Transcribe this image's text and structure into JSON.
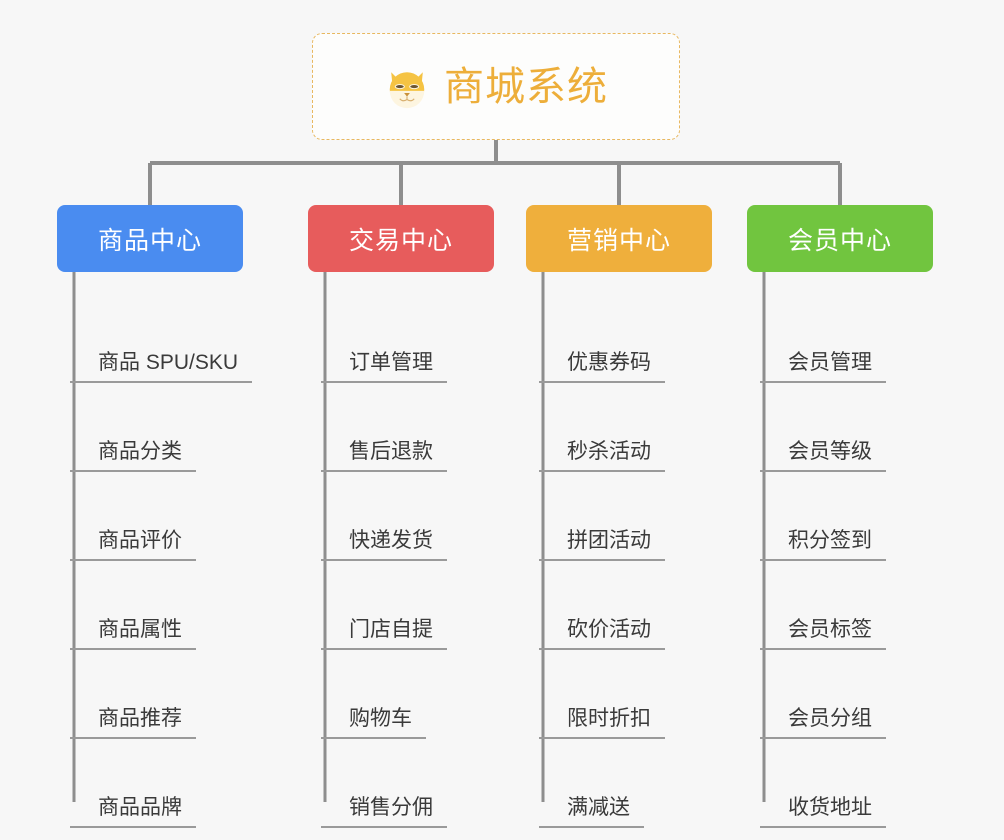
{
  "diagram": {
    "title": "商城系统",
    "root_icon": "shiba-dog-face-icon",
    "background_color": "#f7f7f7",
    "root_border_color": "#e8b860",
    "root_text_color": "#edae3a",
    "connector_color": "#8e8e8e",
    "leaf_text_color": "#3a3a3a",
    "leaf_underline_color": "#9a9a9a",
    "categories": [
      {
        "label": "商品中心",
        "color": "#4a8cf0",
        "items": [
          "商品 SPU/SKU",
          "商品分类",
          "商品评价",
          "商品属性",
          "商品推荐",
          "商品品牌"
        ]
      },
      {
        "label": "交易中心",
        "color": "#e75c5c",
        "items": [
          "订单管理",
          "售后退款",
          "快递发货",
          "门店自提",
          "购物车",
          "销售分佣"
        ]
      },
      {
        "label": "营销中心",
        "color": "#efaf3c",
        "items": [
          "优惠券码",
          "秒杀活动",
          "拼团活动",
          "砍价活动",
          "限时折扣",
          "满减送"
        ]
      },
      {
        "label": "会员中心",
        "color": "#71c53f",
        "items": [
          "会员管理",
          "会员等级",
          "积分签到",
          "会员标签",
          "会员分组",
          "收货地址"
        ]
      }
    ]
  }
}
